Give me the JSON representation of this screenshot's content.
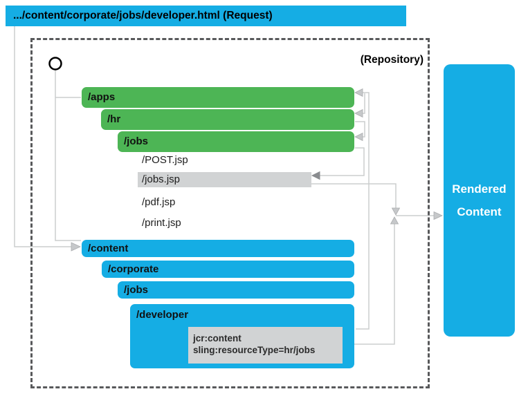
{
  "request_bar": {
    "label": ".../content/corporate/jobs/developer.html (Request)"
  },
  "repository": {
    "label": "(Repository)",
    "apps_tree": {
      "nodes": [
        "/apps",
        "/hr",
        "/jobs"
      ],
      "scripts": [
        "/POST.jsp",
        "/jobs.jsp",
        "/pdf.jsp",
        "/print.jsp"
      ],
      "selected_script": "/jobs.jsp"
    },
    "content_tree": {
      "nodes": [
        "/content",
        "/corporate",
        "/jobs",
        "/developer"
      ],
      "jcr_box": {
        "line1": "jcr:content",
        "line2": "sling:resourceType=hr/jobs"
      }
    }
  },
  "output_box": {
    "line1": "Rendered",
    "line2": "Content"
  },
  "colors": {
    "blue": "#15ADE4",
    "green": "#4DB555",
    "gray_highlight": "#D1D3D4",
    "line": "#CBCDCE",
    "arrow_light": "#C6C8CA",
    "arrow_stroke": "#ABADAF",
    "arrow_dark": "#8A8C8F",
    "dashed_border": "#58595B"
  }
}
